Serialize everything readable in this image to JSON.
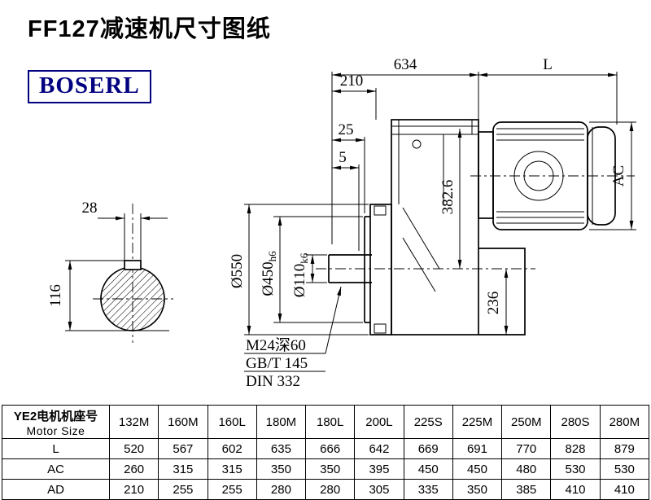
{
  "page": {
    "title": "FF127减速机尺寸图纸",
    "brand": "BOSERL"
  },
  "drawing": {
    "dims": {
      "d634": "634",
      "dL": "L",
      "d210": "210",
      "d25": "25",
      "d5": "5",
      "d550": "Ø550",
      "d450": {
        "main": "Ø450",
        "sub": "h6"
      },
      "d110": {
        "main": "Ø110",
        "sub": "k6"
      },
      "d382": "382.6",
      "d236": "236",
      "dAC": "AC",
      "d28": "28",
      "d116": "116"
    },
    "notes": [
      "M24深60",
      "GB/T 145",
      "DIN 332"
    ]
  },
  "table": {
    "header_cn": "YE2电机机座号",
    "header_en": "Motor Size",
    "columns": [
      "132M",
      "160M",
      "160L",
      "180M",
      "180L",
      "200L",
      "225S",
      "225M",
      "250M",
      "280S",
      "280M"
    ],
    "rows": [
      {
        "label": "L",
        "values": [
          "520",
          "567",
          "602",
          "635",
          "666",
          "642",
          "669",
          "691",
          "770",
          "828",
          "879"
        ]
      },
      {
        "label": "AC",
        "values": [
          "260",
          "315",
          "315",
          "350",
          "350",
          "395",
          "450",
          "450",
          "480",
          "530",
          "530"
        ]
      },
      {
        "label": "AD",
        "values": [
          "210",
          "255",
          "255",
          "280",
          "280",
          "305",
          "335",
          "350",
          "385",
          "410",
          "410"
        ]
      }
    ]
  }
}
